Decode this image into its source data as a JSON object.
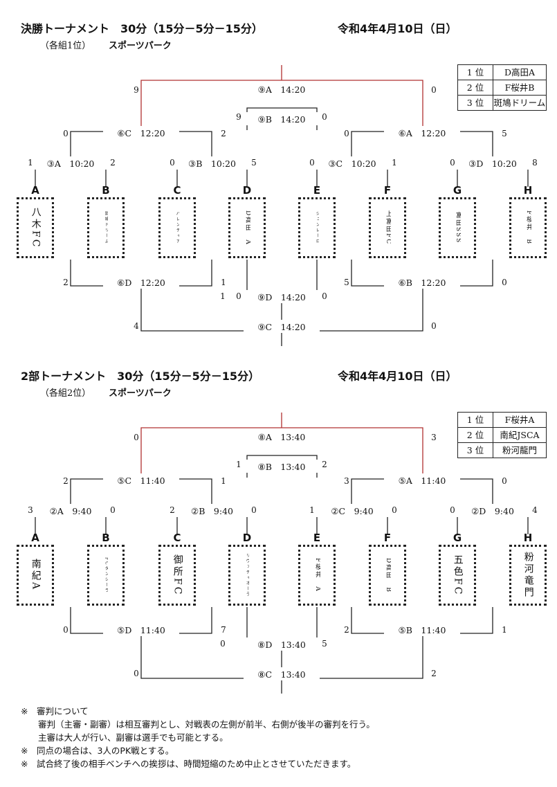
{
  "sections": [
    {
      "title": "決勝トーナメント　30分（15分－5分－15分）",
      "date": "令和4年4月10日（日）",
      "group": "（各組1位）",
      "venue": "スポーツパーク",
      "ranking": [
        {
          "rank": "1 位",
          "team": "D高田A"
        },
        {
          "rank": "2 位",
          "team": "F桜井B"
        },
        {
          "rank": "3 位",
          "team": "斑鳩ドリーム"
        }
      ],
      "teams": [
        {
          "letter": "A",
          "name": "八木FC",
          "style": "big"
        },
        {
          "letter": "B",
          "name": "斑鳩ドリーム",
          "style": "tiny"
        },
        {
          "letter": "C",
          "name": "バレンティア",
          "style": "tiny"
        },
        {
          "letter": "D",
          "name": "D高田　A",
          "style": "small"
        },
        {
          "letter": "E",
          "name": "ジュンレーロ",
          "style": "tiny"
        },
        {
          "letter": "F",
          "name": "上富田FC",
          "style": "small"
        },
        {
          "letter": "G",
          "name": "富田SSS",
          "style": "small"
        },
        {
          "letter": "H",
          "name": "F桜井　B",
          "style": "small"
        }
      ],
      "r1": [
        {
          "label": "③A　10:20",
          "l": "1",
          "r": "2"
        },
        {
          "label": "③B　10:20",
          "l": "0",
          "r": "5"
        },
        {
          "label": "③C　10:20",
          "l": "0",
          "r": "1"
        },
        {
          "label": "③D　10:20",
          "l": "0",
          "r": "8"
        }
      ],
      "upper_semi": [
        {
          "label": "⑥C　12:20",
          "l": "0",
          "r": "2"
        },
        {
          "label": "⑥A　12:20",
          "l": "0",
          "r": "5"
        }
      ],
      "upper_final": {
        "label": "⑨A　14:20",
        "l": "9",
        "r": "0"
      },
      "upper_mini": {
        "label": "⑨B　14:20",
        "l": "9",
        "r": "0"
      },
      "lower_semi": [
        {
          "label": "⑥D　12:20",
          "l": "2",
          "r": "1"
        },
        {
          "label": "⑥B　12:20",
          "l": "5",
          "r": "0"
        }
      ],
      "lower_mini": {
        "label": "⑨D　14:20",
        "l": "1",
        "r": "0",
        "l2": "0"
      },
      "lower_final": {
        "label": "⑨C　14:20",
        "l": "4",
        "r": "0"
      }
    },
    {
      "title": "2部トーナメント　30分（15分－5分－15分）",
      "date": "令和4年4月10日（日）",
      "group": "（各組2位）",
      "venue": "スポーツパーク",
      "ranking": [
        {
          "rank": "1 位",
          "team": "F桜井A"
        },
        {
          "rank": "2 位",
          "team": "南紀JSCA"
        },
        {
          "rank": "3 位",
          "team": "粉河龍門"
        }
      ],
      "teams": [
        {
          "letter": "A",
          "name": "南紀A",
          "style": "big"
        },
        {
          "letter": "B",
          "name": "FCダンシーラ",
          "style": "tiny"
        },
        {
          "letter": "C",
          "name": "御所FC",
          "style": "big"
        },
        {
          "letter": "D",
          "name": "リヴァティオーラ",
          "style": "tiny"
        },
        {
          "letter": "E",
          "name": "F桜井　A",
          "style": "small"
        },
        {
          "letter": "F",
          "name": "D高田　B",
          "style": "small"
        },
        {
          "letter": "G",
          "name": "五色FC",
          "style": "big"
        },
        {
          "letter": "H",
          "name": "粉河竜門",
          "style": "big"
        }
      ],
      "r1": [
        {
          "label": "②A　9:40",
          "l": "3",
          "r": "0"
        },
        {
          "label": "②B　9:40",
          "l": "2",
          "r": "0"
        },
        {
          "label": "②C　9:40",
          "l": "1",
          "r": "0"
        },
        {
          "label": "②D　9:40",
          "l": "0",
          "r": "4"
        }
      ],
      "upper_semi": [
        {
          "label": "⑤C　11:40",
          "l": "2",
          "r": "1"
        },
        {
          "label": "⑤A　11:40",
          "l": "3",
          "r": "0"
        }
      ],
      "upper_final": {
        "label": "⑧A　13:40",
        "l": "0",
        "r": "3"
      },
      "upper_mini": {
        "label": "⑧B　13:40",
        "l": "1",
        "r": "2"
      },
      "lower_semi": [
        {
          "label": "⑤D　11:40",
          "l": "0",
          "r": "7"
        },
        {
          "label": "⑤B　11:40",
          "l": "2",
          "r": "1"
        }
      ],
      "lower_mini": {
        "label": "⑧D　13:40",
        "l": "0",
        "r": "5",
        "l2": ""
      },
      "lower_final": {
        "label": "⑧C　13:40",
        "l": "0",
        "r": "2"
      }
    }
  ],
  "notes": [
    "※　審判について",
    "　　審判（主審・副審）は相互審判とし、対戦表の左側が前半、右側が後半の審判を行う。",
    "　　主審は大人が行い、副審は選手でも可能とする。",
    "※　同点の場合は、3人のPK戦とする。",
    "※　試合終了後の相手ベンチへの挨拶は、時間短縮のため中止とさせていただきます。"
  ],
  "colors": {
    "win": "#b03030",
    "line": "#222222"
  }
}
